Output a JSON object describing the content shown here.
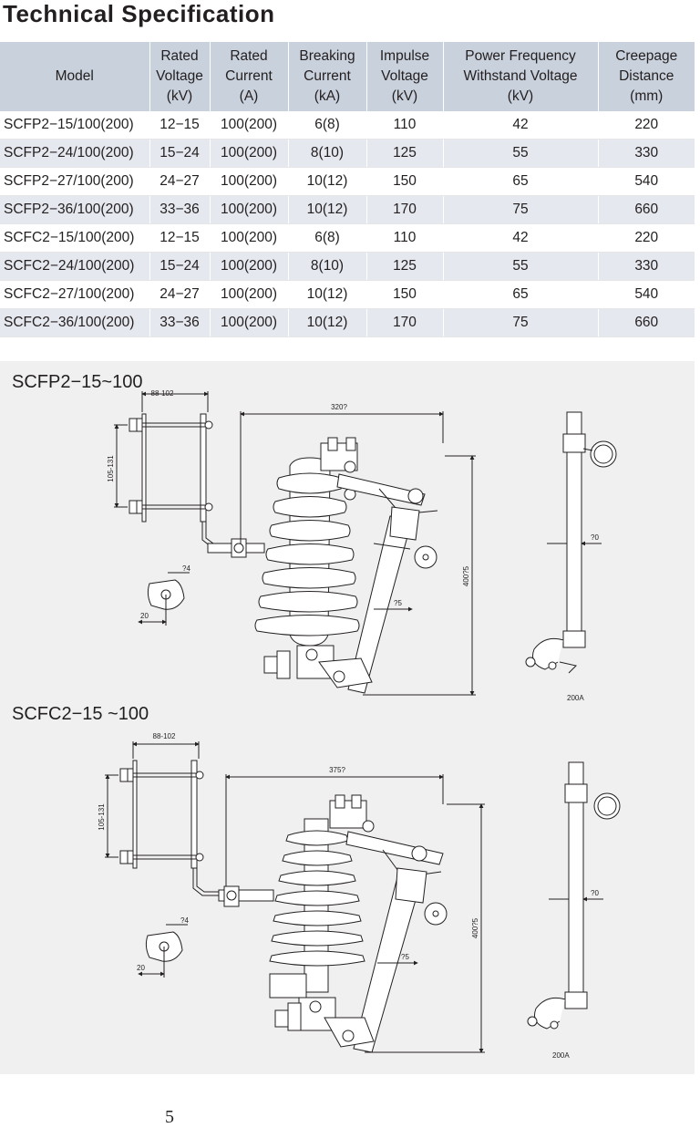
{
  "title": "Technical Specification",
  "table": {
    "headers": [
      [
        "Model"
      ],
      [
        "Rated",
        "Voltage",
        "(kV)"
      ],
      [
        "Rated",
        "Current",
        "(A)"
      ],
      [
        "Breaking",
        "Current",
        "(kA)"
      ],
      [
        "Impulse",
        "Voltage",
        "(kV)"
      ],
      [
        "Power Frequency",
        "Withstand Voltage",
        "(kV)"
      ],
      [
        "Creepage",
        "Distance",
        "(mm)"
      ]
    ],
    "rows": [
      [
        "SCFP2−15/100(200)",
        "12−15",
        "100(200)",
        "6(8)",
        "110",
        "42",
        "220"
      ],
      [
        "SCFP2−24/100(200)",
        "15−24",
        "100(200)",
        "8(10)",
        "125",
        "55",
        "330"
      ],
      [
        "SCFP2−27/100(200)",
        "24−27",
        "100(200)",
        "10(12)",
        "150",
        "65",
        "540"
      ],
      [
        "SCFP2−36/100(200)",
        "33−36",
        "100(200)",
        "10(12)",
        "170",
        "75",
        "660"
      ],
      [
        "SCFC2−15/100(200)",
        "12−15",
        "100(200)",
        "6(8)",
        "110",
        "42",
        "220"
      ],
      [
        "SCFC2−24/100(200)",
        "15−24",
        "100(200)",
        "8(10)",
        "125",
        "55",
        "330"
      ],
      [
        "SCFC2−27/100(200)",
        "24−27",
        "100(200)",
        "10(12)",
        "150",
        "65",
        "540"
      ],
      [
        "SCFC2−36/100(200)",
        "33−36",
        "100(200)",
        "10(12)",
        "170",
        "75",
        "660"
      ]
    ]
  },
  "drawings": {
    "top": {
      "title": "SCFP2−15~100",
      "dim_bracket_width": "88-102",
      "dim_bracket_height": "105-131",
      "dim_span": "320?",
      "dim_height": "400?5",
      "dim_tube": "?5",
      "dim_hole": "?4",
      "dim_plate": "20",
      "dim_side_tube": "?0",
      "side_label": "200A"
    },
    "bottom": {
      "title": "SCFC2−15 ~100",
      "dim_bracket_width": "88-102",
      "dim_bracket_height": "105-131",
      "dim_span": "375?",
      "dim_height": "400?5",
      "dim_tube": "?5",
      "dim_hole": "?4",
      "dim_plate": "20",
      "dim_side_tube": "?0",
      "side_label": "200A"
    }
  },
  "page_number": "5"
}
